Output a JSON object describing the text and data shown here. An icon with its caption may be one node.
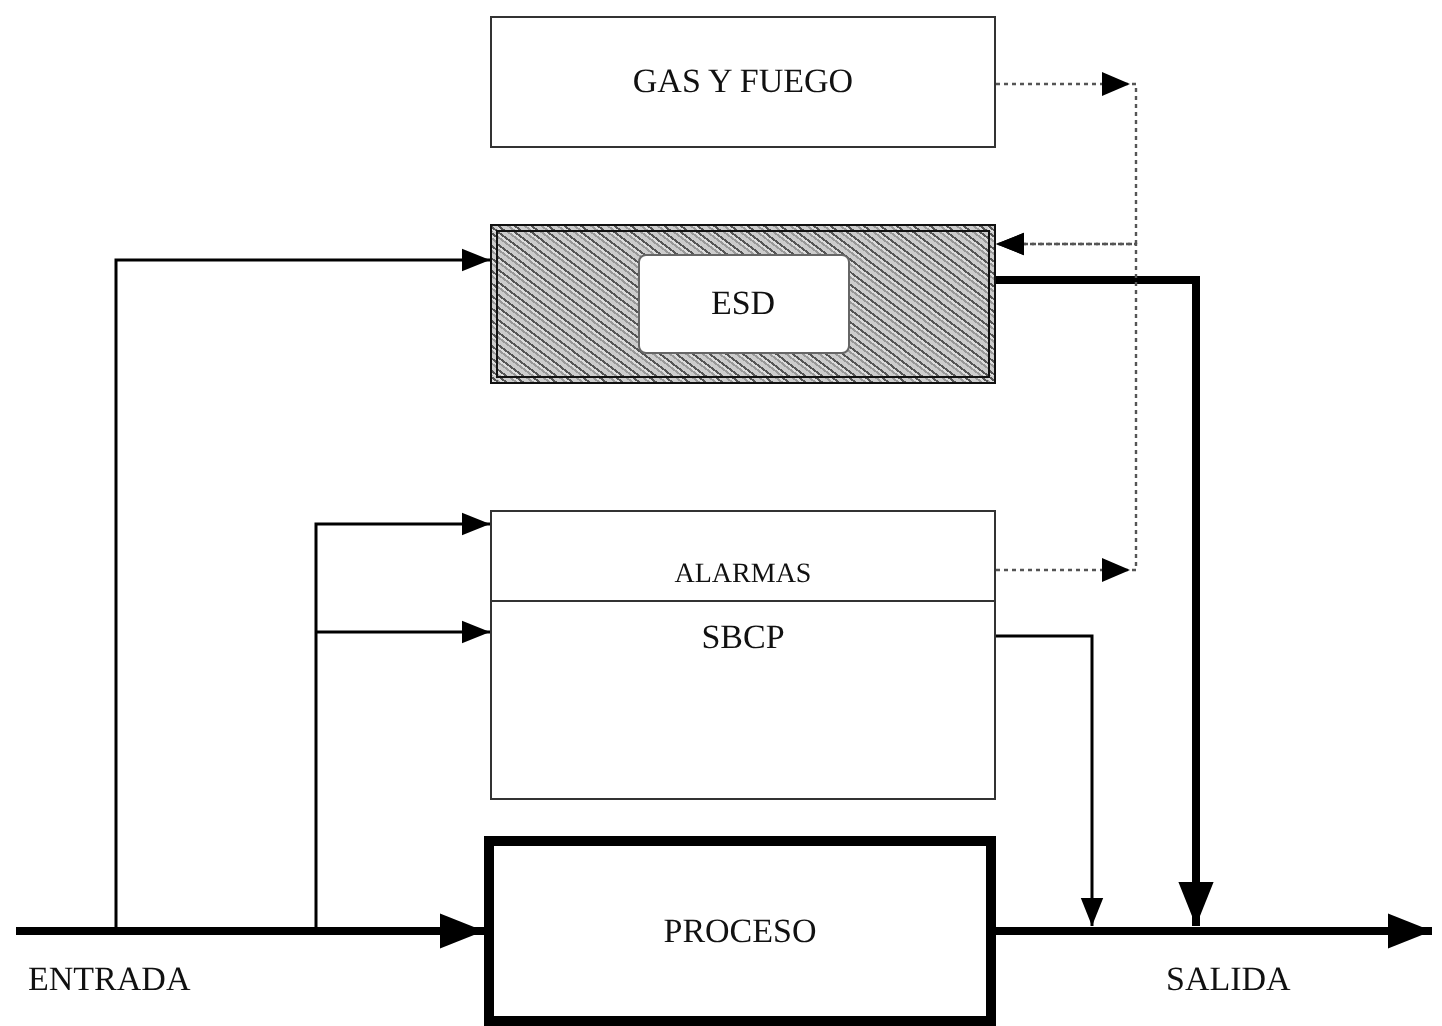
{
  "diagram": {
    "nodes": [
      {
        "text": [
          "GAS Y FUEGO"
        ]
      },
      {
        "text": [
          "ESD"
        ]
      },
      {
        "text": [
          "ALARMAS"
        ]
      },
      {
        "text": [
          "SBCP"
        ]
      },
      {
        "text": [
          "PROCESO"
        ]
      }
    ],
    "edges": [
      {
        "from": null,
        "to": 4,
        "arrow": "to",
        "style": "thick"
      },
      {
        "from": 4,
        "to": null,
        "arrow": "to",
        "style": "thick"
      },
      {
        "from": null,
        "to": 1,
        "arrow": "to"
      },
      {
        "from": null,
        "to": 2,
        "arrow": "to"
      },
      {
        "from": null,
        "to": 3,
        "arrow": "to"
      },
      {
        "from": 1,
        "to": null,
        "arrow": "to",
        "style": "thick"
      },
      {
        "from": 3,
        "to": null,
        "arrow": "to"
      },
      {
        "from": 0,
        "to": 1,
        "arrow": "to",
        "style": "dashed"
      },
      {
        "from": 2,
        "to": 1,
        "arrow": "to",
        "style": "dashed"
      }
    ],
    "labels": [
      "ENTRADA",
      "SALIDA"
    ]
  }
}
